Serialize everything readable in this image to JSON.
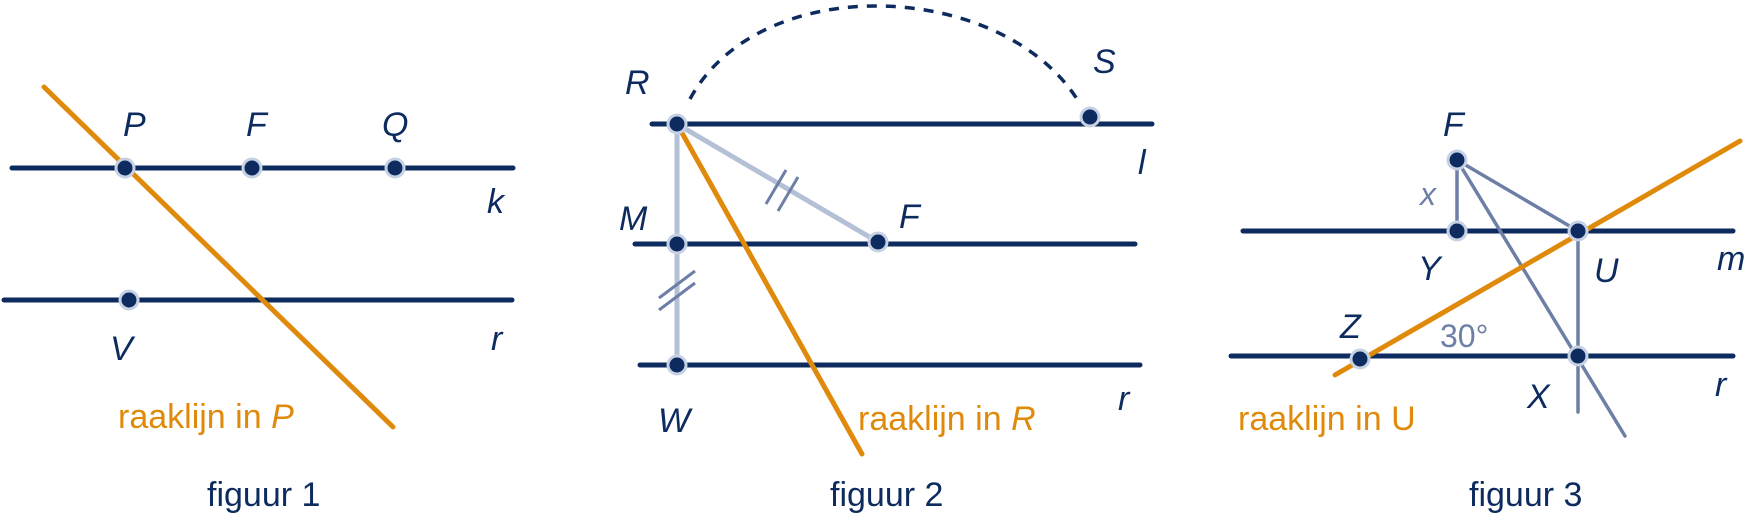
{
  "colors": {
    "navy": "#0d2b5e",
    "orange": "#e08a0c",
    "light_gray_blue": "#b4c0d6",
    "gray_blue": "#6d7fa6"
  },
  "figures": [
    {
      "caption": "figuur 1",
      "points": [
        "P",
        "F",
        "Q",
        "V"
      ],
      "lines": [
        "k",
        "r"
      ],
      "tangent_label": "raaklijn in ",
      "tangent_point": "P"
    },
    {
      "caption": "figuur 2",
      "points": [
        "R",
        "S",
        "M",
        "F",
        "W"
      ],
      "lines": [
        "l",
        "r"
      ],
      "tangent_label": "raaklijn in ",
      "tangent_point": "R"
    },
    {
      "caption": "figuur 3",
      "points": [
        "F",
        "Y",
        "U",
        "Z",
        "X"
      ],
      "lines": [
        "m",
        "r"
      ],
      "segment_label": "x",
      "angle_label": "30°",
      "tangent_label": "raaklijn in U"
    }
  ]
}
